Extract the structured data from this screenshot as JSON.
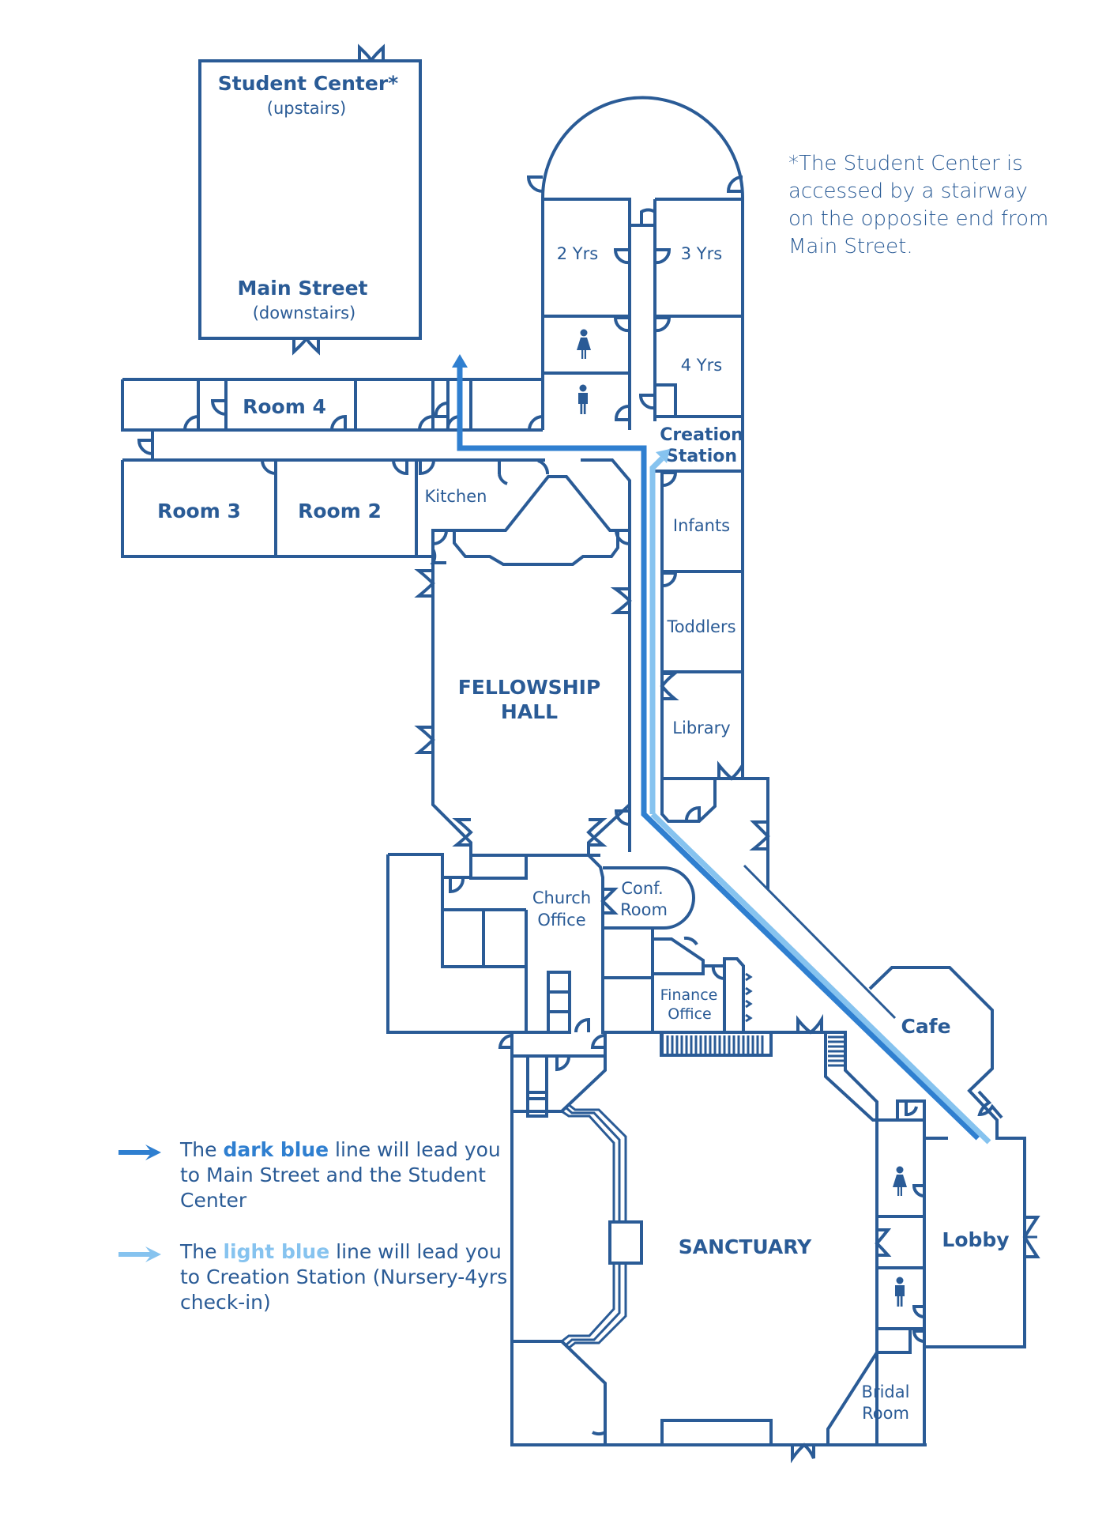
{
  "colors": {
    "walls": "#2a5b96",
    "dark_blue_route": "#2f7fd0",
    "light_blue_route": "#86c3ef",
    "background": "#ffffff"
  },
  "rooms": {
    "student_center": "Student Center*",
    "student_center_sub": "(upstairs)",
    "main_street": "Main Street",
    "main_street_sub": "(downstairs)",
    "room4": "Room 4",
    "room3": "Room 3",
    "room2": "Room 2",
    "kitchen": "Kitchen",
    "two_yrs": "2 Yrs",
    "three_yrs": "3 Yrs",
    "four_yrs": "4 Yrs",
    "creation_station_1": "Creation",
    "creation_station_2": "Station",
    "infants": "Infants",
    "toddlers": "Toddlers",
    "library": "Library",
    "fellowship_hall_1": "FELLOWSHIP",
    "fellowship_hall_2": "HALL",
    "church_office_1": "Church",
    "church_office_2": "Office",
    "conf_room_1": "Conf.",
    "conf_room_2": "Room",
    "finance_office_1": "Finance",
    "finance_office_2": "Office",
    "cafe": "Cafe",
    "sanctuary": "SANCTUARY",
    "lobby": "Lobby",
    "bridal_room_1": "Bridal",
    "bridal_room_2": "Room"
  },
  "restroom_icons": [
    "womens-restroom-icon",
    "mens-restroom-icon",
    "womens-restroom-icon",
    "mens-restroom-icon"
  ],
  "note": "*The Student Center is accessed by a stairway on the opposite end from Main Street.",
  "legend": {
    "dark": {
      "prefix": "The ",
      "highlight": "dark blue",
      "suffix": " line will lead you to Main Street and the Student Center"
    },
    "light": {
      "prefix": "The ",
      "highlight": "light blue",
      "suffix": " line will lead you to Creation Station (Nursery-4yrs check-in)"
    }
  }
}
